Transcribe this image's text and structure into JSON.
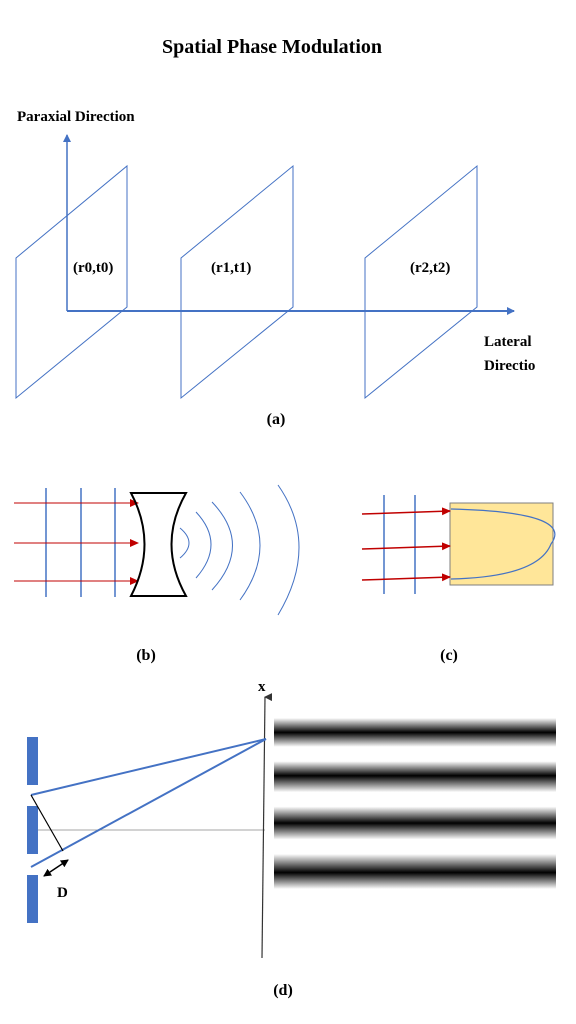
{
  "title": "Spatial Phase Modulation",
  "panel_a": {
    "y_axis_label": "Paraxial Direction",
    "x_axis_label_line1": "Lateral",
    "x_axis_label_line2": "Directio",
    "plane_labels": [
      "(r0,t0)",
      "(r1,t1)",
      "(r2,t2)"
    ],
    "caption": "(a)"
  },
  "panel_b": {
    "caption": "(b)"
  },
  "panel_c": {
    "caption": "(c)"
  },
  "panel_d": {
    "axis_label": "x",
    "distance_label": "D",
    "caption": "(d)",
    "fringe_count": 4
  },
  "colors": {
    "blue": "#4472c4",
    "red_arrow": "#c00000",
    "lens": "#000000",
    "box_fill": "#ffe699",
    "slit": "#4472c4"
  }
}
